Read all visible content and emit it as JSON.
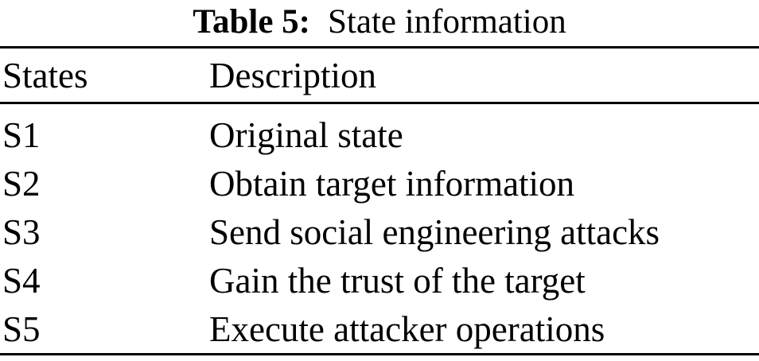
{
  "caption": {
    "label": "Table 5:",
    "title": "State information"
  },
  "table": {
    "columns": [
      "States",
      "Description"
    ],
    "rows": [
      {
        "state": "S1",
        "description": "Original state"
      },
      {
        "state": "S2",
        "description": "Obtain target information"
      },
      {
        "state": "S3",
        "description": "Send social engineering attacks"
      },
      {
        "state": "S4",
        "description": "Gain the trust of the target"
      },
      {
        "state": "S5",
        "description": "Execute attacker operations"
      }
    ]
  },
  "colors": {
    "text": "#000000",
    "background": "#ffffff",
    "rule": "#000000"
  }
}
